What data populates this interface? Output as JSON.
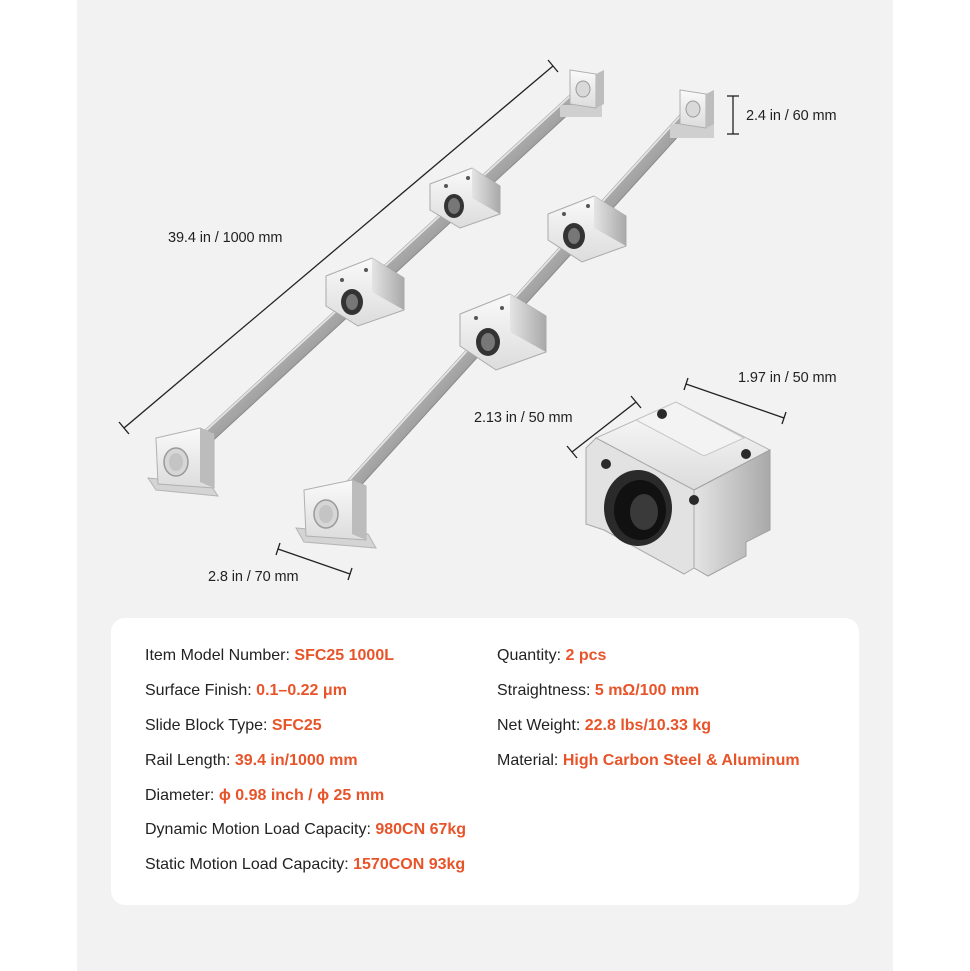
{
  "colors": {
    "accent": "#e8542a",
    "text": "#222222",
    "panel_bg": "#f2f2f2",
    "card_bg": "#ffffff"
  },
  "dimensions": {
    "rail_length": "39.4 in / 1000 mm",
    "support_height": "2.4 in / 60 mm",
    "support_width": "2.8 in / 70 mm",
    "block_width": "1.97 in / 50 mm",
    "block_length": "2.13 in / 50 mm"
  },
  "specs": {
    "model": {
      "label": "Item Model Number:",
      "value": "SFC25 1000L"
    },
    "quantity": {
      "label": "Quantity:",
      "value": "2 pcs"
    },
    "surface": {
      "label": "Surface Finish:",
      "value": "0.1–0.22 μm"
    },
    "straightness": {
      "label": "Straightness:",
      "value": "5 mΩ/100 mm"
    },
    "block_type": {
      "label": "Slide Block Type:",
      "value": "SFC25"
    },
    "weight": {
      "label": "Net Weight:",
      "value": "22.8 lbs/10.33 kg"
    },
    "rail_length": {
      "label": "Rail Length:",
      "value": "39.4 in/1000 mm"
    },
    "material": {
      "label": "Material:",
      "value": "High Carbon Steel & Aluminum"
    },
    "diameter": {
      "label": "Diameter:",
      "value": "ϕ 0.98 inch / ϕ 25 mm"
    },
    "dynamic_load": {
      "label": "Dynamic Motion Load Capacity:",
      "value": "980CN 67kg"
    },
    "static_load": {
      "label": "Static Motion Load Capacity:",
      "value": "1570CON 93kg"
    }
  }
}
